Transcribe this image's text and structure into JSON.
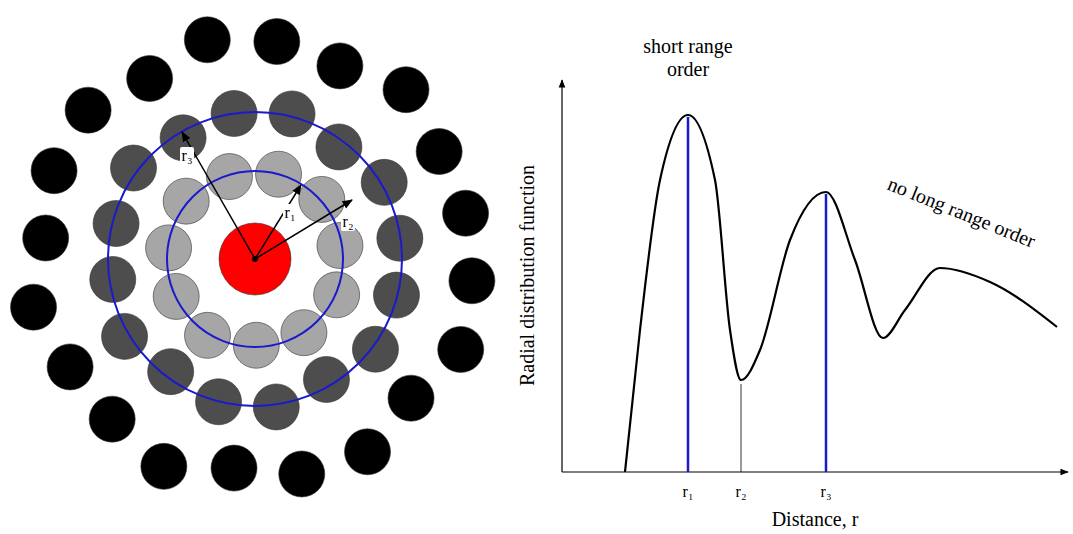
{
  "diagram": {
    "labels": [
      "r₃",
      "r₁",
      "r₂",
      "short range order",
      "no long range order",
      "Radial distribution function",
      "r₁",
      "r₂",
      "r₃",
      "Distance, r"
    ]
  }
}
